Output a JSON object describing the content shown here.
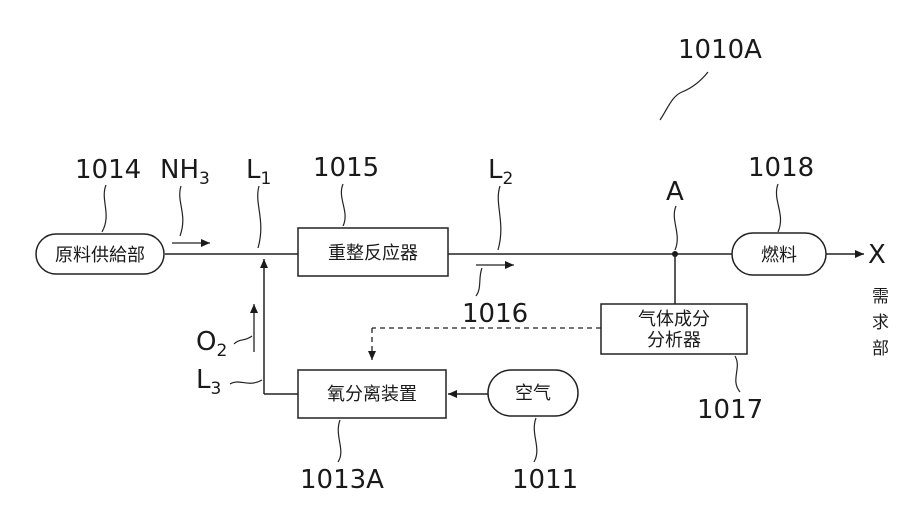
{
  "figure_ref": "1010A",
  "blocks": {
    "raw_supply": {
      "ref": "1014",
      "label": "原料供給部"
    },
    "reformer": {
      "ref": "1015",
      "label": "重整反应器"
    },
    "fuel": {
      "ref": "1018",
      "label": "燃料"
    },
    "analyzer": {
      "ref": "1017",
      "label_line1": "气体成分",
      "label_line2": "分析器"
    },
    "oxygen_sep": {
      "ref": "1013A",
      "label": "氧分离装置"
    },
    "air": {
      "ref": "1011",
      "label": "空气"
    }
  },
  "stream_labels": {
    "nh3_main": "NH",
    "nh3_sub": "3",
    "l1_main": "L",
    "l1_sub": "1",
    "l2_main": "L",
    "l2_sub": "2",
    "l3_main": "L",
    "l3_sub": "3",
    "o2_main": "O",
    "o2_sub": "2",
    "reformer_outlet_ref": "1016",
    "point_a": "A",
    "outlet_x": "X"
  },
  "demand_label": [
    "需",
    "求",
    "部"
  ]
}
